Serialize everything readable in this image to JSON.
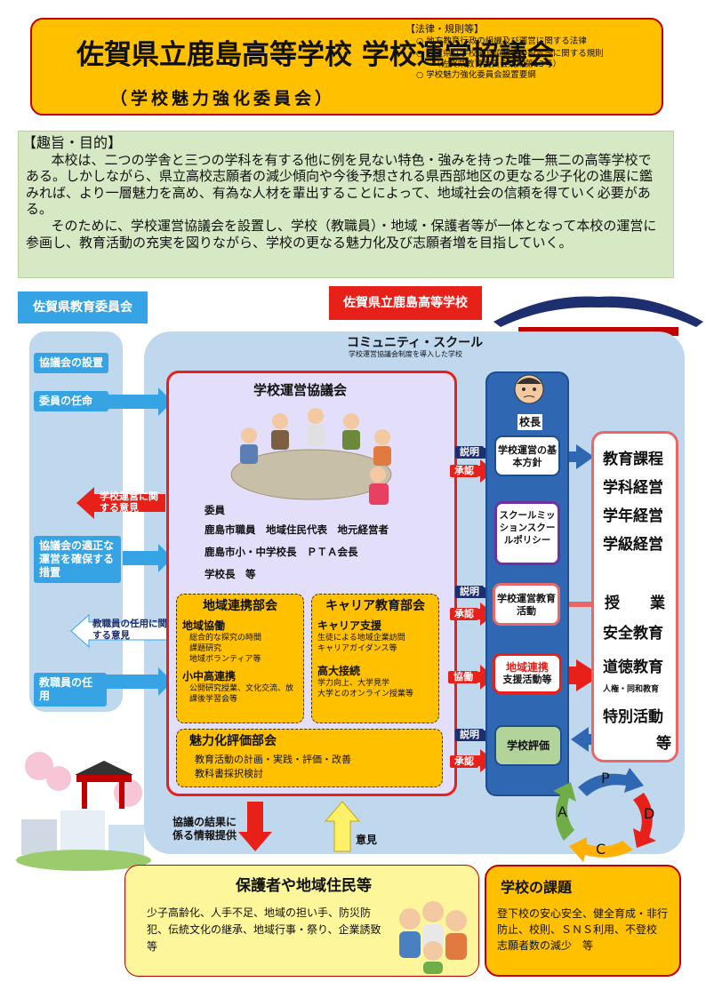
{
  "header": {
    "title": "佐賀県立鹿島高等学校 学校運営協議会",
    "subtitle": "（学校魅力強化委員会）",
    "law_heading": "【法律・規則等】",
    "laws": [
      "○ 地方教育行政の組織及び運営に関する法律",
      "○ 佐賀県立学校運営協議会の設置等に関する規則",
      "（佐賀県教育委員会規則第13号）",
      "○ 学校魅力強化委員会設置要綱"
    ]
  },
  "purpose": {
    "title": "【趣旨・目的】",
    "paragraphs": [
      "本校は、二つの学舎と三つの学科を有する他に例を見ない特色・強みを持った唯一無二の高等学校である。しかしながら、県立高校志願者の減少傾向や今後予想される県西部地区の更なる少子化の進展に鑑みれば、より一層魅力を高め、有為な人材を輩出することによって、地域社会の信頼を得ていく必要がある。",
      "そのために、学校運営協議会を設置し、学校（教職員）・地域・保護者等が一体となって本校の運営に参画し、教育活動の充実を図りながら、学校の更なる魅力化及び志願者増を目指していく。"
    ]
  },
  "board": {
    "label": "佐賀県教育委員会",
    "items": [
      "協議会の設置",
      "委員の任命",
      "協議会の適正な運営を確保する措置",
      "教職員の任用"
    ]
  },
  "school_label": "佐賀県立鹿島高等学校",
  "community_school": {
    "title": "コミュニティ・スクール",
    "note": "学校運営協議会制度を導入した学校"
  },
  "council": {
    "title": "学校運営協議会",
    "members_label": "委員",
    "members": [
      "鹿島市職員　地域住民代表　地元経営者",
      "鹿島市小・中学校長　ＰＴＡ会長",
      "学校長　等"
    ],
    "opinion_school": "学校運営に関する意見",
    "opinion_staff": "教職員の任用に関する意見",
    "regional": {
      "title": "地域連携部会",
      "h1": "地域協働",
      "t1": [
        "総合的な探究の時間",
        "課題研究",
        "地域ボランティア等"
      ],
      "h2": "小中高連携",
      "t2": [
        "公開研究授業、文化交流、放課後学習会等"
      ]
    },
    "career": {
      "title": "キャリア教育部会",
      "h1": "キャリア支援",
      "t1": [
        "生徒による地域企業訪問",
        "キャリアガイダンス等"
      ],
      "h2": "高大接続",
      "t2": [
        "学力向上、大学見学",
        "大学とのオンライン授業等"
      ]
    },
    "evaluation": {
      "title": "魅力化評価部会",
      "lines": [
        "教育活動の計画・実践・評価・改善",
        "教科書採択検討"
      ]
    }
  },
  "principal": {
    "label": "校長",
    "policy": "学校運営の基本方針",
    "mission": "スクールミッションスクールポリシー",
    "activities": "学校運営教育活動",
    "regional_a": "地域連携",
    "regional_b": "支援活動等",
    "evaluation": "学校評価"
  },
  "flow_labels": {
    "explain": "説明",
    "approve": "承認",
    "cooperate": "協働"
  },
  "right": {
    "items": [
      "教育課程",
      "学科経営",
      "学年経営",
      "学級経営",
      "授　　業",
      "安全教育",
      "道徳教育",
      "人権・同和教育",
      "特別活動",
      "等"
    ]
  },
  "pdca": [
    "P",
    "D",
    "C",
    "A"
  ],
  "down_label": "協議の結果に係る情報提供",
  "up_label": "意見",
  "parents": {
    "title": "保護者や地域住民等",
    "text": "少子高齢化、人手不足、地域の担い手、防災防犯、伝統文化の継承、地域行事・祭り、企業誘致 等"
  },
  "issues": {
    "title": "学校の課題",
    "text": "登下校の安心安全、健全育成・非行防止、校則、ＳＮＳ利用、不登校　志願者数の減少　等"
  },
  "colors": {
    "accent_red": "#e8201a",
    "gold": "#ffc000",
    "blue": "#36a4e4",
    "navy": "#2f67b3",
    "green": "#d6e8c4"
  }
}
